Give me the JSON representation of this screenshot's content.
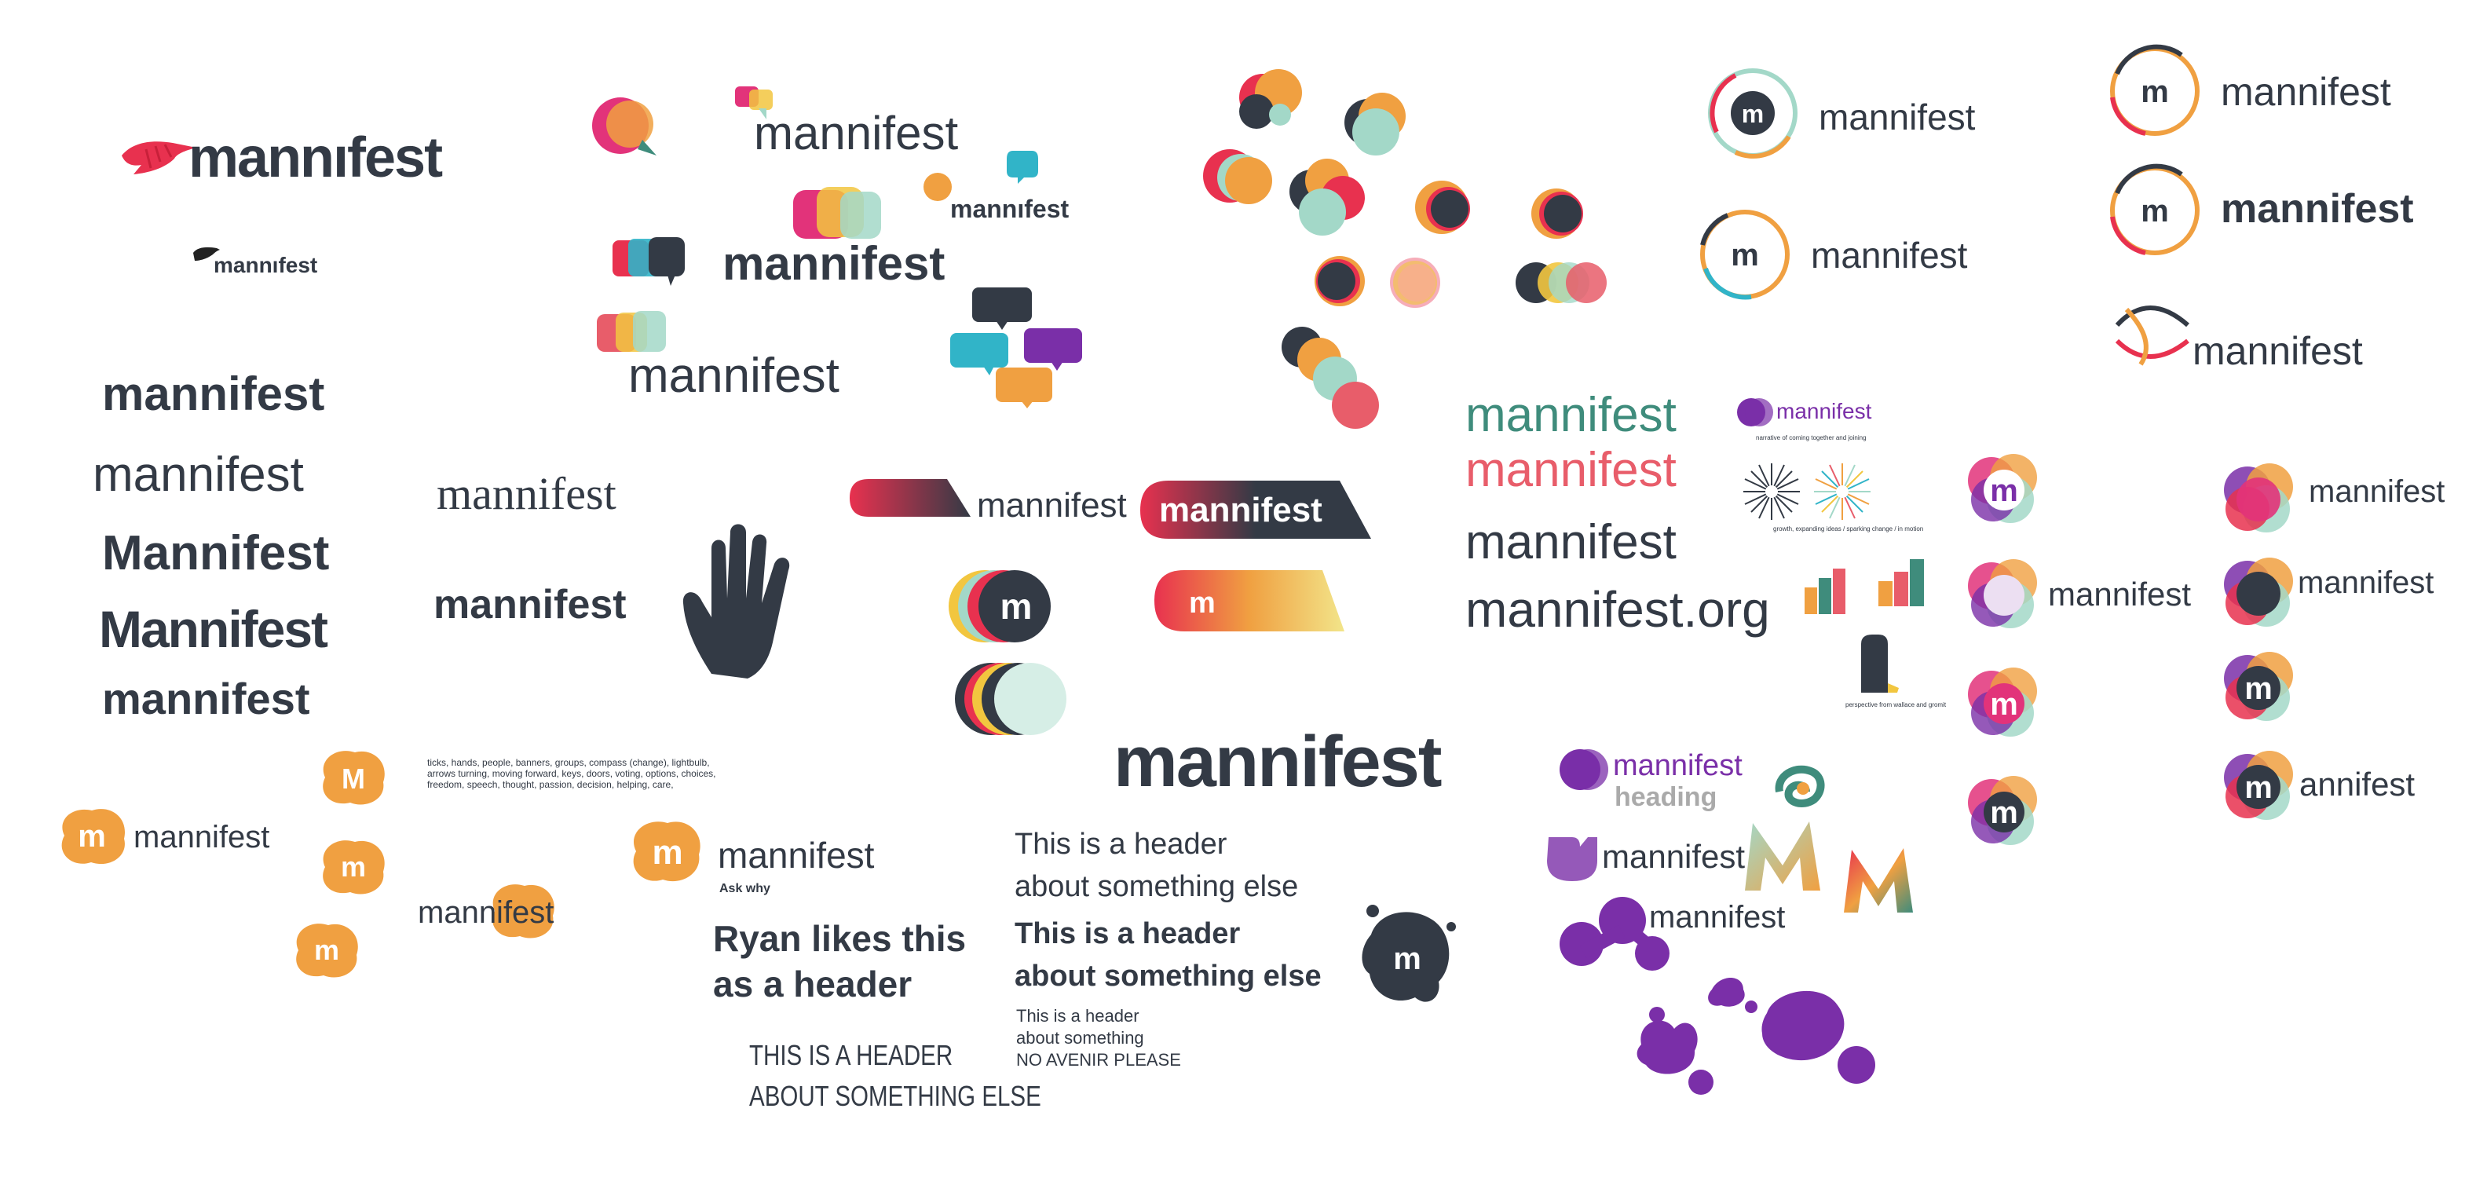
{
  "brand": {
    "wordmark": "mannıfest",
    "wordmark_plain": "mannifest",
    "wordmark_cap": "Mannifest",
    "wordmark_org": "mannifest.org",
    "heading": "heading",
    "annifest": "annifest",
    "monogram": "m",
    "monogram_cap": "M"
  },
  "notes": {
    "keywords_1": "ticks, hands, people, banners, groups, compass (change), lightbulb,",
    "keywords_2": "arrows turning, moving forward, keys, doors, voting, options, choices,",
    "keywords_3": "freedom, speech, thought, passion, decision, helping, care,",
    "ask_why": "Ask why",
    "ryan_1": "Ryan likes this",
    "ryan_2": "as a header",
    "caps_1": "THIS IS A HEADER",
    "caps_2": "ABOUT SOMETHING ELSE",
    "hdr_1": "This is a header",
    "hdr_2": "about something else",
    "small_1": "This is a header",
    "small_2": "about something",
    "small_3": "NO AVENIR PLEASE",
    "cap_narrative": "narrative of coming together and joining",
    "cap_growth": "growth, expanding ideas / sparking change / in motion",
    "cap_perspective": "perspective from wallace and gromit"
  },
  "colors": {
    "ink": "#333a45",
    "red": "#e8314f",
    "pink": "#e2337a",
    "orange": "#f0a041",
    "yellow": "#f2c63f",
    "mint": "#a3d8c8",
    "teal": "#3f8c7c",
    "coral": "#e85d6a",
    "purple": "#7a2fa8",
    "grey": "#aaaaaa",
    "cyan": "#31b4c8"
  },
  "icons": [
    "feather-icon",
    "speech-bubble-icon",
    "hand-icon",
    "circle-cluster-icon",
    "burst-icon",
    "bar-chart-icon",
    "blob-icon",
    "ring-logo-icon",
    "flower-logo-icon"
  ]
}
